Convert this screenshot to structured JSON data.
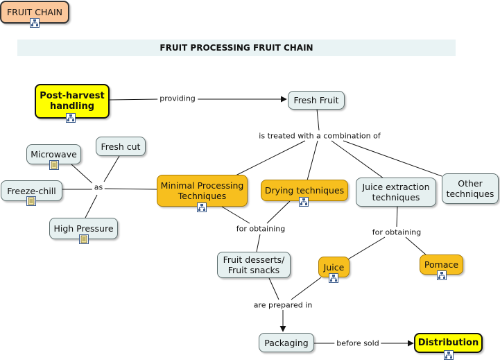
{
  "chart_data": {
    "type": "diagram",
    "title": "FRUIT PROCESSING FRUIT CHAIN",
    "nodes": [
      {
        "id": "fruit_chain",
        "label": "FRUIT CHAIN"
      },
      {
        "id": "post_harvest",
        "label": "Post-harvest\nhandling"
      },
      {
        "id": "fresh_fruit",
        "label": "Fresh Fruit"
      },
      {
        "id": "microwave",
        "label": "Microwave"
      },
      {
        "id": "fresh_cut",
        "label": "Fresh cut"
      },
      {
        "id": "freeze_chill",
        "label": "Freeze-chill"
      },
      {
        "id": "high_pressure",
        "label": "High Pressure"
      },
      {
        "id": "minimal",
        "label": "Minimal Processing\nTechniques"
      },
      {
        "id": "drying",
        "label": "Drying techniques"
      },
      {
        "id": "juice_extraction",
        "label": "Juice extraction\ntechniques"
      },
      {
        "id": "other",
        "label": "Other\ntechniques"
      },
      {
        "id": "desserts",
        "label": "Fruit desserts/\nFruit snacks"
      },
      {
        "id": "juice",
        "label": "Juice"
      },
      {
        "id": "pomace",
        "label": "Pomace"
      },
      {
        "id": "packaging",
        "label": "Packaging"
      },
      {
        "id": "distribution",
        "label": "Distribution"
      }
    ],
    "edges": [
      {
        "from": "post_harvest",
        "to": "fresh_fruit",
        "label": "providing"
      },
      {
        "from": "fresh_fruit",
        "to": [
          "minimal",
          "drying",
          "juice_extraction",
          "other"
        ],
        "label": "is treated with a combination of"
      },
      {
        "from": "minimal",
        "to": [
          "microwave",
          "fresh_cut",
          "freeze_chill",
          "high_pressure"
        ],
        "label": "as"
      },
      {
        "from": [
          "minimal",
          "drying"
        ],
        "to": "desserts",
        "label": "for obtaining"
      },
      {
        "from": "juice_extraction",
        "to": [
          "juice",
          "pomace"
        ],
        "label": "for obtaining"
      },
      {
        "from": [
          "desserts",
          "juice"
        ],
        "to": "packaging",
        "label": "are prepared in"
      },
      {
        "from": "packaging",
        "to": "distribution",
        "label": "before sold"
      }
    ]
  },
  "link_labels": {
    "providing": "providing",
    "treated": "is treated with a combination of",
    "as": "as",
    "for_obtaining_1": "for obtaining",
    "for_obtaining_2": "for obtaining",
    "prepared": "are prepared in",
    "before_sold": "before sold"
  },
  "colors": {
    "node_fill": "#e6f0f0",
    "technique_fill": "#f7bf1e",
    "highlight_fill": "#ffff00",
    "root_fill": "#fbc79b",
    "line": "#111111"
  },
  "icons": {
    "submap": "concept-map-icon",
    "document": "document-icon"
  }
}
